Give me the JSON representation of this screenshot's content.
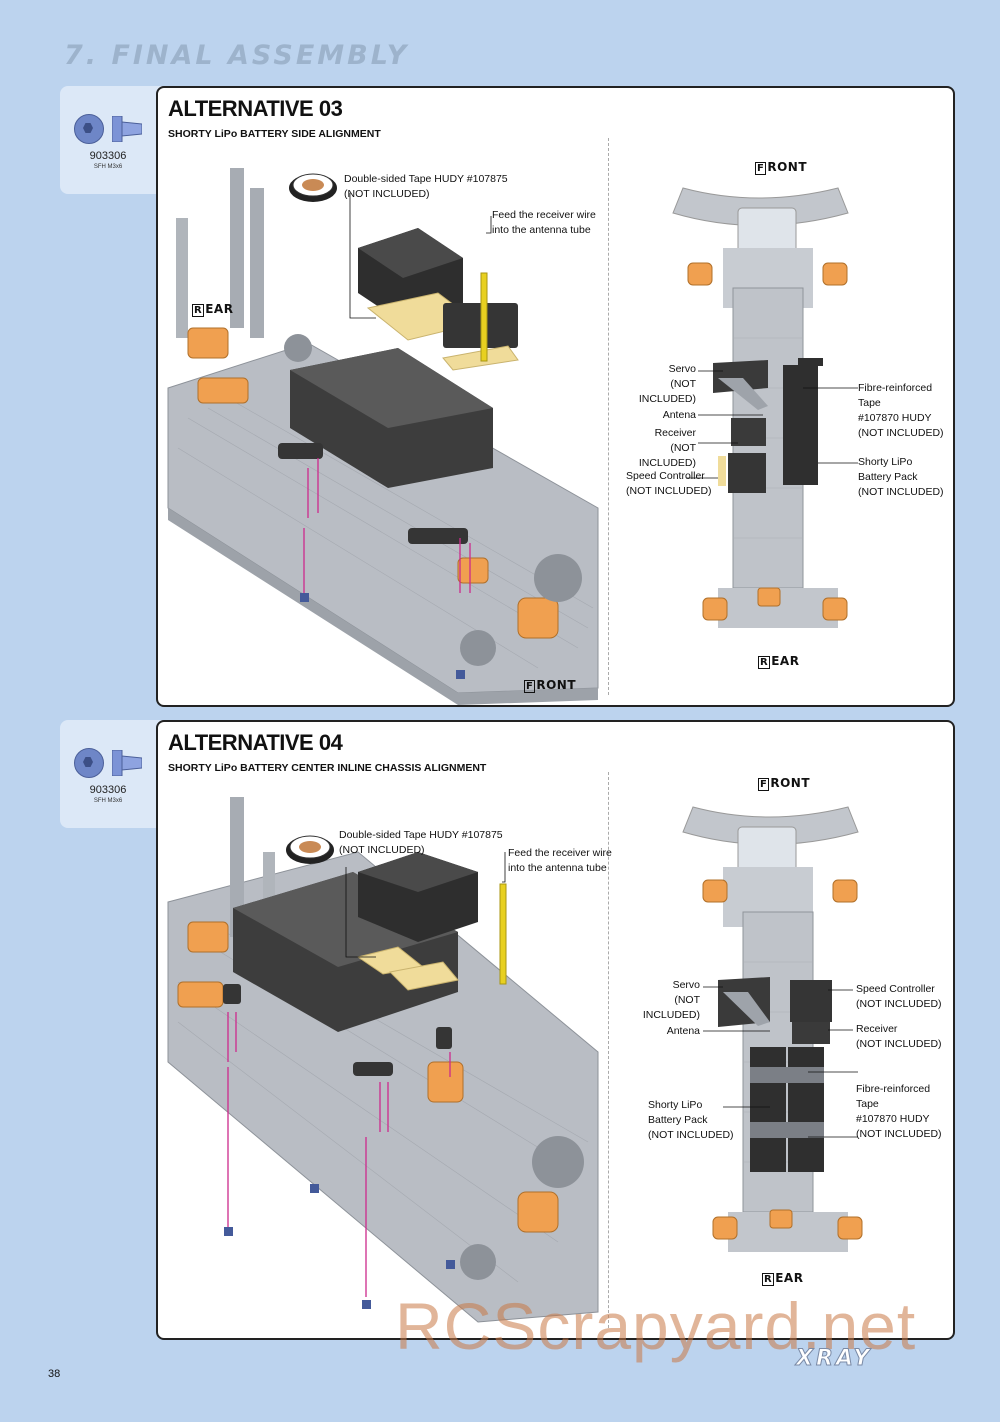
{
  "header": {
    "section_title": "7. FINAL ASSEMBLY"
  },
  "sections": [
    {
      "part": {
        "number": "903306",
        "spec": "SFH M3x6"
      },
      "title": "ALTERNATIVE 03",
      "subtitle": "SHORTY LiPo BATTERY SIDE ALIGNMENT",
      "left": {
        "rear_tag": "EAR",
        "rear_letter": "R",
        "front_tag": "RONT",
        "front_letter": "F",
        "tape_label": [
          "Double-sided Tape HUDY #107875",
          "(NOT INCLUDED)"
        ],
        "wire_label": [
          "Feed the receiver wire",
          "into the antenna tube"
        ]
      },
      "right": {
        "front_tag": "RONT",
        "front_letter": "F",
        "rear_tag": "EAR",
        "rear_letter": "R",
        "labels_left": [
          [
            "Servo",
            "(NOT INCLUDED)"
          ],
          [
            "Antena"
          ],
          [
            "Receiver",
            "(NOT INCLUDED)"
          ],
          [
            "Speed Controller",
            "(NOT INCLUDED)"
          ]
        ],
        "labels_right": [
          [
            "Fibre-reinforced Tape",
            "#107870 HUDY",
            "(NOT INCLUDED)"
          ],
          [
            "Shorty LiPo",
            "Battery Pack",
            "(NOT INCLUDED)"
          ]
        ]
      }
    },
    {
      "part": {
        "number": "903306",
        "spec": "SFH M3x6"
      },
      "title": "ALTERNATIVE 04",
      "subtitle": "SHORTY LiPo BATTERY CENTER INLINE CHASSIS ALIGNMENT",
      "left": {
        "tape_label": [
          "Double-sided Tape HUDY #107875",
          "(NOT INCLUDED)"
        ],
        "wire_label": [
          "Feed the receiver wire",
          "into the antenna tube"
        ]
      },
      "right": {
        "front_tag": "RONT",
        "front_letter": "F",
        "rear_tag": "EAR",
        "rear_letter": "R",
        "labels_left": [
          [
            "Servo",
            "(NOT INCLUDED)"
          ],
          [
            "Antena"
          ],
          [
            "Shorty LiPo",
            "Battery Pack",
            "(NOT INCLUDED)"
          ]
        ],
        "labels_right": [
          [
            "Speed Controller",
            "(NOT INCLUDED)"
          ],
          [
            "Receiver",
            "(NOT INCLUDED)"
          ],
          [
            "Fibre-reinforced Tape",
            "#107870 HUDY",
            "(NOT INCLUDED)"
          ]
        ]
      }
    }
  ],
  "footer": {
    "page_number": "38",
    "watermark": "RCScrapyard.net",
    "brand": "XRAY"
  },
  "colors": {
    "background": "#bcd3ee",
    "tab": "#dce8f7",
    "aluminium_orange": "#f0a050",
    "carbon": "#9aa0a8",
    "pink_arrow": "#cc2a8c"
  }
}
